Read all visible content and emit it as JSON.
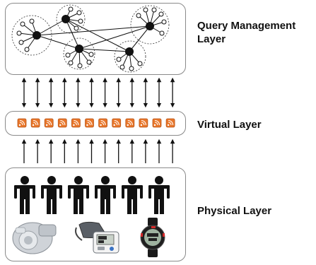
{
  "layers": {
    "query": {
      "label": "Query Management Layer"
    },
    "virtual": {
      "label": "Virtual Layer"
    },
    "physical": {
      "label": "Physical Layer"
    }
  },
  "diagram": {
    "network_clusters": 5,
    "bidirectional_arrows": 12,
    "virtual_node_icons": 12,
    "upward_arrows": 12,
    "people": 6,
    "devices": [
      "fitness-band-device",
      "blood-pressure-monitor",
      "sports-watch"
    ],
    "colors": {
      "virtual_icon": "#e8762a",
      "stroke": "#111111",
      "border": "#8a8a8a"
    }
  }
}
